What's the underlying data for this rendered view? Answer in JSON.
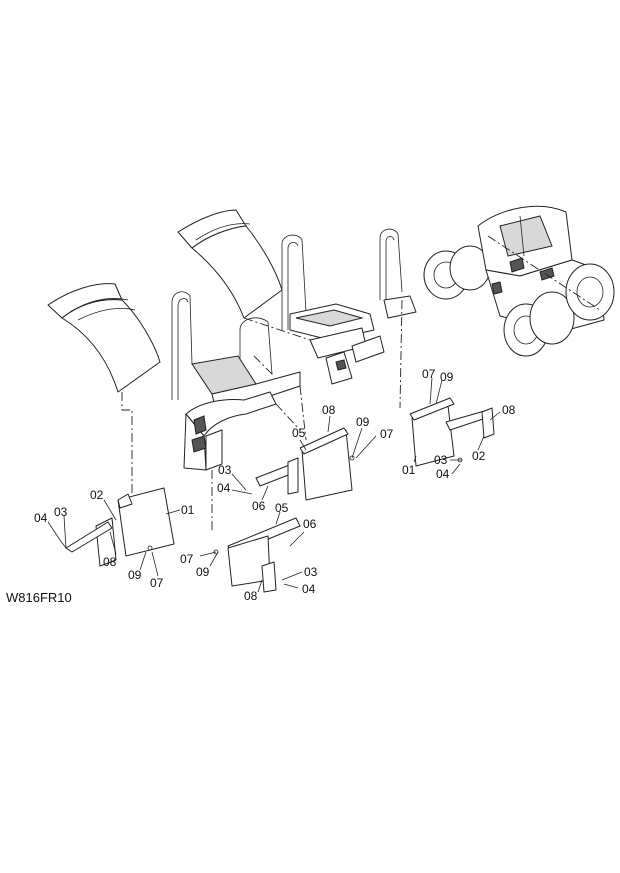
{
  "drawing_code": "W816FR10",
  "callouts": [
    {
      "id": "c1",
      "text": "02"
    },
    {
      "id": "c2",
      "text": "03"
    },
    {
      "id": "c3",
      "text": "04"
    },
    {
      "id": "c4",
      "text": "01"
    },
    {
      "id": "c5",
      "text": "08"
    },
    {
      "id": "c6",
      "text": "09"
    },
    {
      "id": "c7",
      "text": "07"
    },
    {
      "id": "c8",
      "text": "03"
    },
    {
      "id": "c9",
      "text": "04"
    },
    {
      "id": "c10",
      "text": "06"
    },
    {
      "id": "c11",
      "text": "05"
    },
    {
      "id": "c12",
      "text": "08"
    },
    {
      "id": "c13",
      "text": "09"
    },
    {
      "id": "c14",
      "text": "07"
    },
    {
      "id": "c15",
      "text": "07"
    },
    {
      "id": "c16",
      "text": "09"
    },
    {
      "id": "c17",
      "text": "05"
    },
    {
      "id": "c18",
      "text": "06"
    },
    {
      "id": "c19",
      "text": "03"
    },
    {
      "id": "c20",
      "text": "04"
    },
    {
      "id": "c21",
      "text": "08"
    },
    {
      "id": "c22",
      "text": "07"
    },
    {
      "id": "c23",
      "text": "09"
    },
    {
      "id": "c24",
      "text": "08"
    },
    {
      "id": "c25",
      "text": "01"
    },
    {
      "id": "c26",
      "text": "03"
    },
    {
      "id": "c27",
      "text": "04"
    },
    {
      "id": "c28",
      "text": "02"
    }
  ]
}
